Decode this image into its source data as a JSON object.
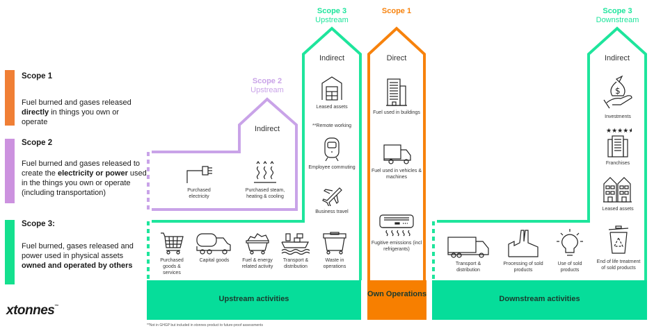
{
  "colors": {
    "scope1": "#f7820c",
    "scope2": "#c9a3e8",
    "scope3": "#1ee59c",
    "scope3_fill": "#06dd9a"
  },
  "legend": [
    {
      "title": "Scope 1",
      "text_before": "Fuel burned and gases released ",
      "text_bold": "directly",
      "text_after": " in things you own or operate"
    },
    {
      "title": "Scope 2",
      "text_before": "Fuel burned and gases released to create the ",
      "text_bold": "electricity or power",
      "text_after": " used in the things you own or operate (including transportation)"
    },
    {
      "title": "Scope 3:",
      "text_before": "Fuel burned, gases released and power used in physical assets ",
      "text_bold": "owned and operated by others",
      "text_after": ""
    }
  ],
  "logo": {
    "name": "xtonnes",
    "tm": "™"
  },
  "footnote": "**Not in GHGP but included in xtonnes product to future-proof assessments",
  "scope2_upstream": {
    "heading_1": "Scope 2",
    "heading_2": "Upstream",
    "column_label": "Indirect",
    "items": [
      {
        "icon": "plug-icon",
        "label": "Purchased electricity"
      },
      {
        "icon": "steam-heat-icon",
        "label": "Purchased steam, heating & cooling"
      }
    ]
  },
  "scope3_upstream": {
    "heading_1": "Scope 3",
    "heading_2": "Upstream",
    "column_label": "Indirect",
    "column_items": [
      {
        "icon": "warehouse-icon",
        "label": "Leased assets"
      },
      {
        "icon": "none",
        "label": "**Remote working"
      },
      {
        "icon": "train-icon",
        "label": "Employee commuting"
      },
      {
        "icon": "airplane-icon",
        "label": "Business travel"
      }
    ],
    "row_items": [
      {
        "icon": "shopping-cart-icon",
        "label": "Purchased goods & services"
      },
      {
        "icon": "cement-truck-icon",
        "label": "Capital goods"
      },
      {
        "icon": "coal-cart-icon",
        "label": "Fuel & energy related activity"
      },
      {
        "icon": "cargo-ship-icon",
        "label": "Transport & distribution"
      },
      {
        "icon": "waste-bin-icon",
        "label": "Waste in operations"
      }
    ],
    "bar_label": "Upstream activities"
  },
  "scope1": {
    "heading_1": "Scope 1",
    "column_label": "Direct",
    "items": [
      {
        "icon": "building-icon",
        "label": "Fuel used in buildings"
      },
      {
        "icon": "truck-icon",
        "label": "Fuel used in vehicles & machines"
      },
      {
        "icon": "air-conditioner-icon",
        "label": "Fugitive emissions (incl refrigerants)"
      }
    ],
    "bar_label": "Own Operations"
  },
  "scope3_downstream": {
    "heading_1": "Scope 3",
    "heading_2": "Downstream",
    "column_label": "Indirect",
    "column_items": [
      {
        "icon": "investment-hand-icon",
        "label": "Investments"
      },
      {
        "icon": "franchise-icon",
        "label": "Franchises"
      },
      {
        "icon": "houses-icon",
        "label": "Leased assets"
      }
    ],
    "row_items": [
      {
        "icon": "delivery-truck-icon",
        "label": "Transport & distribution"
      },
      {
        "icon": "factory-icon",
        "label": "Processing of sold products"
      },
      {
        "icon": "lightbulb-icon",
        "label": "Use of sold products"
      },
      {
        "icon": "recycle-bin-icon",
        "label": "End of life treatment of sold products"
      }
    ],
    "bar_label": "Downstream activities"
  }
}
